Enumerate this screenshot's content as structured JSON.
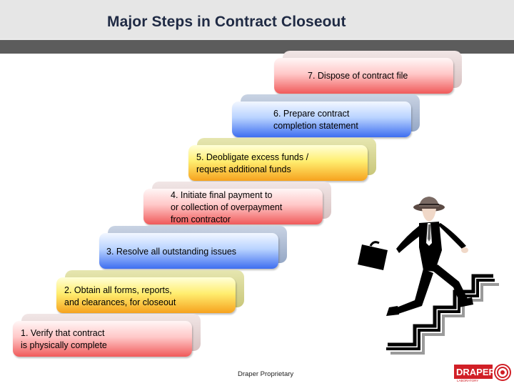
{
  "slide": {
    "title": "Major Steps in Contract Closeout",
    "footer": "Draper Proprietary"
  },
  "steps": [
    {
      "label": "1. Verify that contract\nis physically complete",
      "color": "red"
    },
    {
      "label": "2. Obtain all forms, reports,\nand clearances, for closeout",
      "color": "yellow"
    },
    {
      "label": "3. Resolve all outstanding issues",
      "color": "blue"
    },
    {
      "label": "4. Initiate final payment to\nor collection of overpayment\nfrom contractor",
      "color": "red"
    },
    {
      "label": "5. Deobligate excess funds /\nrequest additional funds",
      "color": "yellow"
    },
    {
      "label": "6. Prepare contract\ncompletion statement",
      "color": "blue"
    },
    {
      "label": "7. Dispose of contract file",
      "color": "red"
    }
  ],
  "logo": {
    "name": "DRAPER",
    "sub": "LABORATORY",
    "color": "#d11f26"
  },
  "illustration": {
    "icon": "businessman-climbing-stairs-icon"
  }
}
